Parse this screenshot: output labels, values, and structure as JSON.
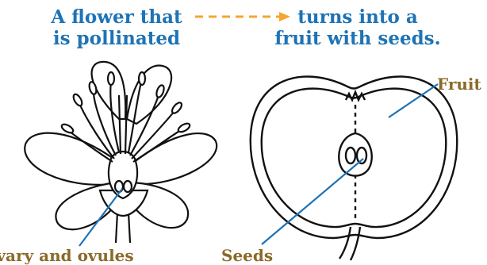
{
  "colors": {
    "heading": "#1e73b5",
    "label": "#8a6a28",
    "arrow": "#f5a531",
    "leader": "#1e73b5",
    "ink": "#111111"
  },
  "headings": {
    "left_line1": "A flower that",
    "left_line2": "is pollinated",
    "right_line1": "turns into a",
    "right_line2": "fruit with seeds."
  },
  "labels": {
    "fruit": "Fruit",
    "seeds": "Seeds",
    "ovary": "Ovary and ovules"
  },
  "icons": {
    "connector": "dashed-arrow-icon"
  }
}
